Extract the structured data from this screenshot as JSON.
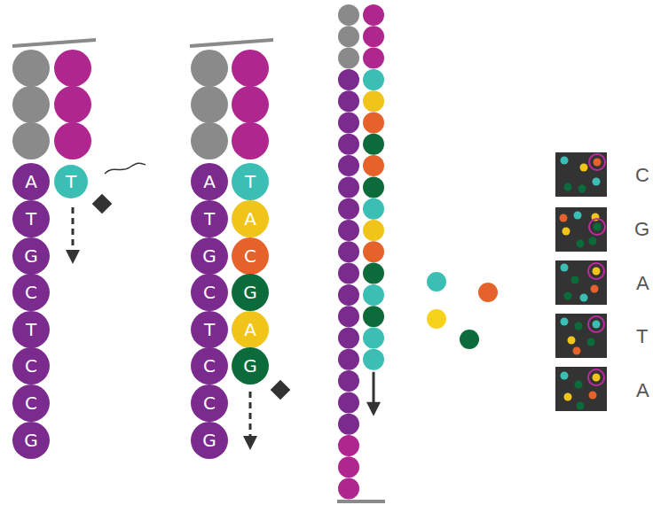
{
  "diagram": {
    "nodes": [
      {
        "text": [
          "A"
        ]
      },
      {
        "text": [
          "T"
        ]
      },
      {
        "text": [
          "T"
        ]
      },
      {
        "text": [
          "G"
        ]
      },
      {
        "text": [
          "C"
        ]
      },
      {
        "text": [
          "T"
        ]
      },
      {
        "text": [
          "C"
        ]
      },
      {
        "text": [
          "C"
        ]
      },
      {
        "text": [
          "G"
        ]
      },
      {
        "text": [
          "A"
        ]
      },
      {
        "text": [
          "T"
        ]
      },
      {
        "text": [
          "T"
        ]
      },
      {
        "text": [
          "A"
        ]
      },
      {
        "text": [
          "G"
        ]
      },
      {
        "text": [
          "C"
        ]
      },
      {
        "text": [
          "C"
        ]
      },
      {
        "text": [
          "G"
        ]
      },
      {
        "text": [
          "T"
        ]
      },
      {
        "text": [
          "A"
        ]
      },
      {
        "text": [
          "C"
        ]
      },
      {
        "text": [
          "G"
        ]
      },
      {
        "text": [
          "C"
        ]
      },
      {
        "text": [
          "G"
        ]
      }
    ],
    "labels": [
      "C",
      "G",
      "A",
      "T",
      "A"
    ]
  }
}
